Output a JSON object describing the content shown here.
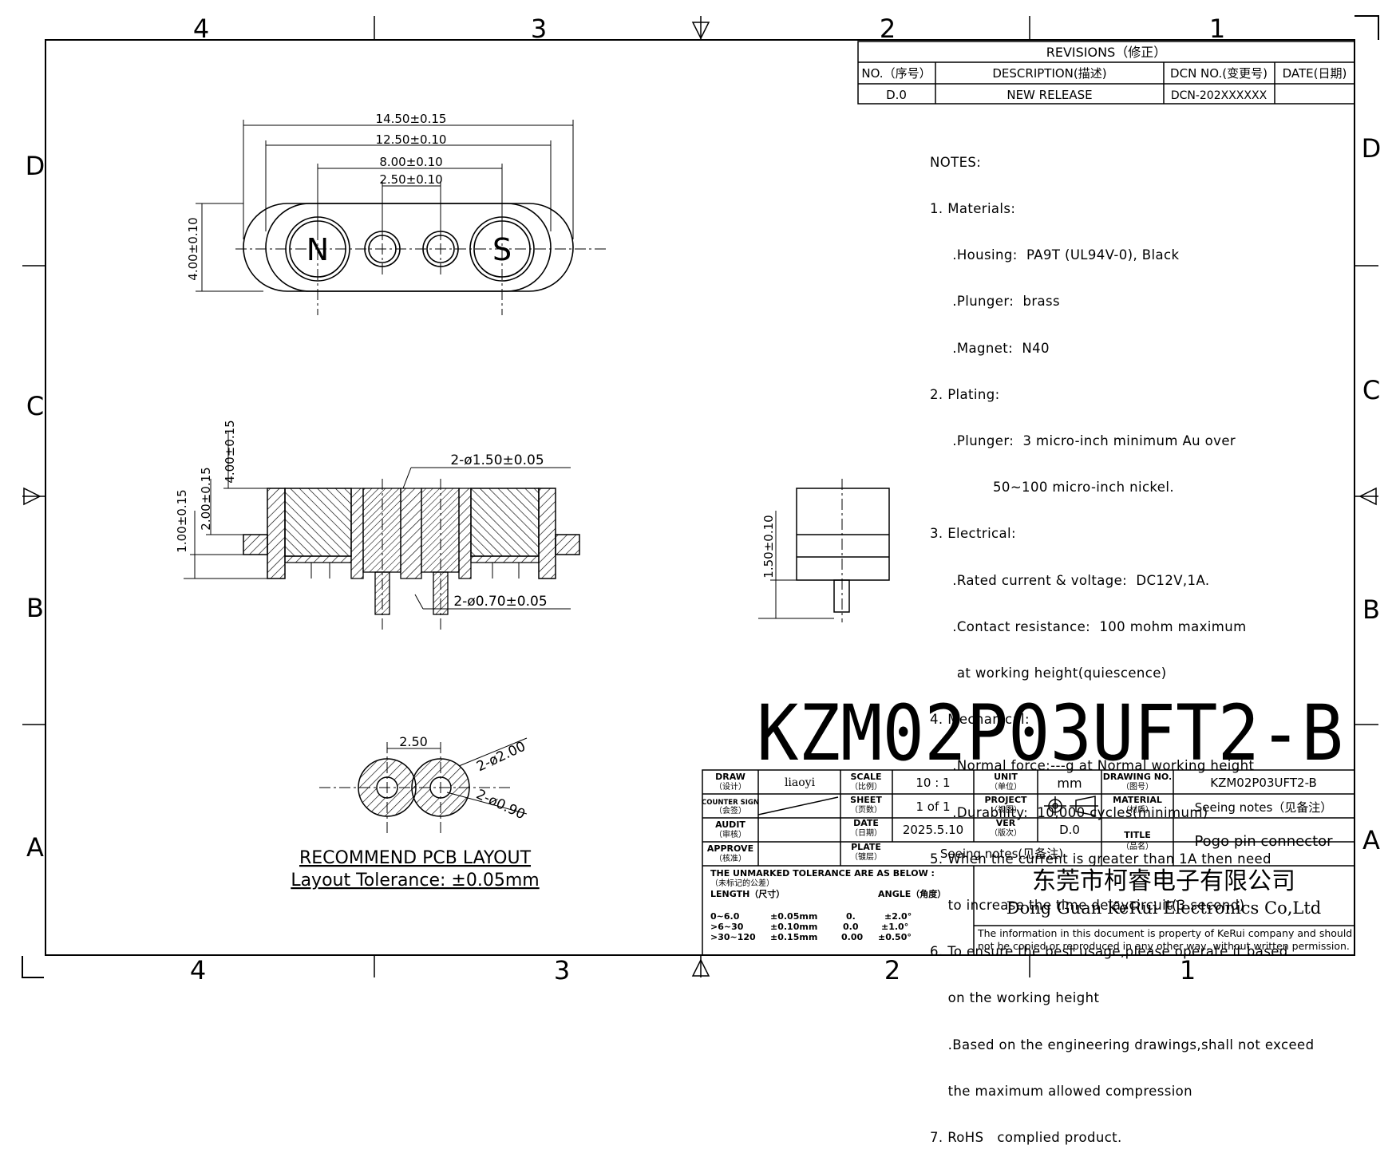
{
  "zone_columns_top": [
    "4",
    "3",
    "2",
    "1"
  ],
  "zone_columns_bottom": [
    "4",
    "3",
    "2",
    "1"
  ],
  "zone_rows_left": [
    "D",
    "C",
    "B",
    "A"
  ],
  "zone_rows_right": [
    "D",
    "C",
    "B",
    "A"
  ],
  "revisions": {
    "title": "REVISIONS（修正）",
    "headers": [
      "NO.（序号）",
      "DESCRIPTION(描述)",
      "DCN NO.(变更号)",
      "DATE(日期)"
    ],
    "rows": [
      [
        "D.0",
        "NEW RELEASE",
        "DCN-202XXXXXX",
        ""
      ]
    ]
  },
  "notes": [
    "NOTES:",
    "1. Materials:",
    "     .Housing:  PA9T (UL94V-0), Black",
    "     .Plunger:  brass",
    "     .Magnet:  N40",
    "2. Plating:",
    "     .Plunger:  3 micro-inch minimum Au over",
    "              50~100 micro-inch nickel.",
    "3. Electrical:",
    "     .Rated current & voltage:  DC12V,1A.",
    "     .Contact resistance:  100 mohm maximum",
    "      at working height(quiescence)",
    "4. Mechanical:",
    "     .Normal force:---g at Normal working height",
    "     .Durability:  10,000 cycles(minimum)",
    "5. When the current is greater than 1A then need",
    "    to increase the time delaycircuit(3 second)",
    "6. To ensure the best usage,please operate it based",
    "    on the working height",
    "    .Based on the engineering drawings,shall not exceed",
    "    the maximum allowed compression",
    "7. RoHS   complied product."
  ],
  "top_view": {
    "dims": [
      "14.50±0.15",
      "12.50±0.10",
      "8.00±0.10",
      "2.50±0.10",
      "4.00±0.10"
    ],
    "pole_n": "N",
    "pole_s": "S"
  },
  "section_view": {
    "dims": [
      "4.00±0.15",
      "2.00±0.15",
      "1.00±0.15",
      "2-ø1.50±0.05",
      "2-ø0.70±0.05"
    ]
  },
  "side_view": {
    "dims": [
      "1.50±0.10"
    ]
  },
  "pcb_layout": {
    "dims": [
      "2.50",
      "2-ø2.00",
      "2-ø0.90"
    ],
    "title": "RECOMMEND PCB LAYOUT",
    "tolerance": "Layout Tolerance: ±0.05mm"
  },
  "part_number": "KZM02P03UFT2-B",
  "title_block": {
    "draw_label": "DRAW",
    "draw_label_cn": "（设计）",
    "draw_value": "liaoyi",
    "scale_label": "SCALE",
    "scale_label_cn": "（比例）",
    "scale_value": "10 : 1",
    "unit_label": "UNIT",
    "unit_label_cn": "（单位）",
    "unit_value": "mm",
    "drawing_no_label": "DRAWING NO.",
    "drawing_no_label_cn": "（图号）",
    "drawing_no_value": "KZM02P03UFT2-B",
    "counter_sign_label": "COUNTER SIGN",
    "counter_sign_label_cn": "（会签）",
    "sheet_label": "SHEET",
    "sheet_label_cn": "（页数）",
    "sheet_value": "1 of 1",
    "project_label": "PROJECT",
    "project_label_cn": "（视图）",
    "material_label": "MATERIAL",
    "material_label_cn": "（材质）",
    "material_value": "Seeing notes（见备注）",
    "audit_label": "AUDIT",
    "audit_label_cn": "（审核）",
    "date_label": "DATE",
    "date_label_cn": "（日期）",
    "date_value": "2025.5.10",
    "ver_label": "VER",
    "ver_label_cn": "（版次）",
    "ver_value": "D.0",
    "title_label": "TITLE",
    "title_label_cn": "（品名）",
    "title_value": "Pogo pin connector",
    "approve_label": "APPROVE",
    "approve_label_cn": "（核准）",
    "plate_label": "PLATE",
    "plate_label_cn": "（镀层）",
    "plate_value": "Seeing notes(见备注)"
  },
  "tolerance": {
    "heading": "THE UNMARKED TOLERANCE ARE AS BELOW :",
    "heading_cn": "（未标记的公差）",
    "length_label": "LENGTH（尺寸）",
    "angle_label": "ANGLE（角度）",
    "rows": [
      [
        "0~6.0",
        "±0.05mm",
        "0.",
        "±2.0°"
      ],
      [
        ">6~30",
        "±0.10mm",
        "0.0",
        "±1.0°"
      ],
      [
        ">30~120",
        "±0.15mm",
        "0.00",
        "±0.50°"
      ]
    ]
  },
  "company": {
    "name_cn": "东莞市柯睿电子有限公司",
    "name_en": "Dong Guan KeRui Electronics Co,Ltd",
    "disclaimer_1": "The information in this document is property of KeRui company and should",
    "disclaimer_2": "not be copied or reproduced in any other way, without written permission."
  }
}
